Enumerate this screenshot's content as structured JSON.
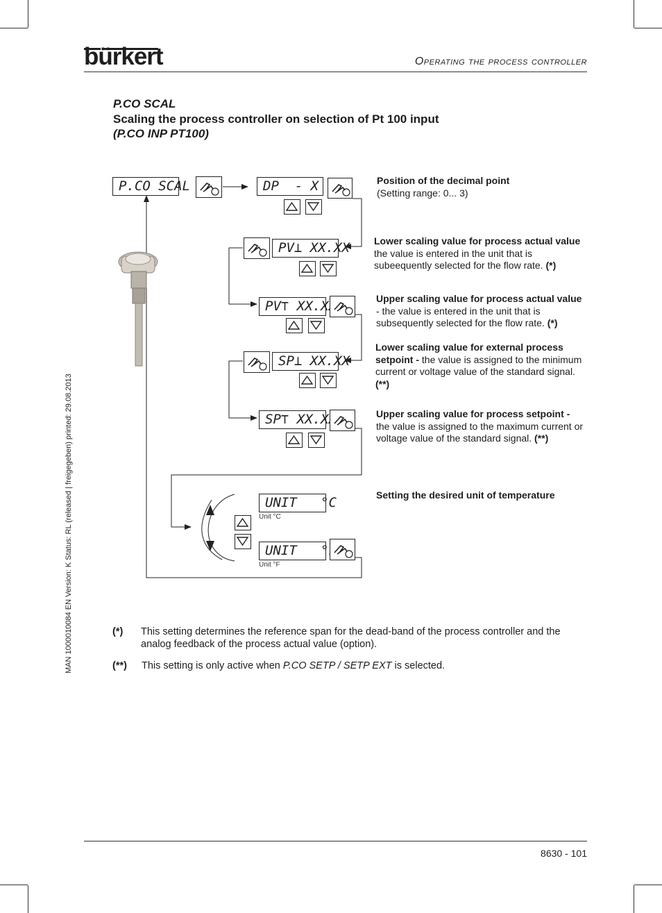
{
  "header": {
    "brand": "bürkert",
    "section_title": "Operating the process controller"
  },
  "heading": {
    "title": "P.CO SCAL",
    "subtitle": "Scaling the process controller on selection of Pt 100 input",
    "subtitle2": "(P.CO INP PT100)"
  },
  "sidebar_text": "MAN  1000010084  EN  Version: K  Status: RL (released | freigegeben)  printed: 29.08.2013",
  "displays": {
    "pco_scal": "P.CO SCAL",
    "dp": "DP  - X",
    "pv_low": "PV⊥ XX.XX",
    "pv_high": "PV⊤ XX.XX",
    "sp_low": "SP⊥ XX.XX",
    "sp_high": "SP⊤ XX.XX",
    "unit_c": "UNIT   °C",
    "unit_f": "UNIT   °F"
  },
  "unit_captions": {
    "c": "Unit °C",
    "f": "Unit °F"
  },
  "descriptions": {
    "dp_bold": "Position of the decimal point",
    "dp_text": "(Setting range: 0... 3)",
    "pv_low_bold": "Lower scaling value for process actual value",
    "pv_low_text": "the value is entered in the unit that is subeequently selected for the flow rate.",
    "pv_low_mark": "(*)",
    "pv_high_bold": "Upper scaling value for process actual value",
    "pv_high_text": "- the value is entered in the unit that is subsequently selected for the flow rate.",
    "pv_high_mark": "(*)",
    "sp_low_bold1": "Lower scaling value for external process",
    "sp_low_bold2": "setpoint -",
    "sp_low_text": "the value is assigned to the minimum current or voltage value of the standard signal.",
    "sp_low_mark": "(**)",
    "sp_high_bold": "Upper scaling value for process setpoint -",
    "sp_high_text": "the value is assigned to the maximum current or voltage value of the standard signal.",
    "sp_high_mark": "(**)",
    "unit_bold": "Setting the desired unit of temperature"
  },
  "footnotes": [
    {
      "mark": "(*)",
      "text": "This setting determines the reference span for the dead-band of the process controller and the analog feedback of the process actual value (option)."
    },
    {
      "mark": "(**)",
      "text_before": "This setting is only active when",
      "italic": "P.CO SETP / SETP EXT",
      "text_after": "is selected."
    }
  ],
  "page_number": "8630  -  101",
  "icons": [
    "enter-hand-icon",
    "arrow-up-icon",
    "arrow-down-icon",
    "pt100-sensor-icon"
  ]
}
